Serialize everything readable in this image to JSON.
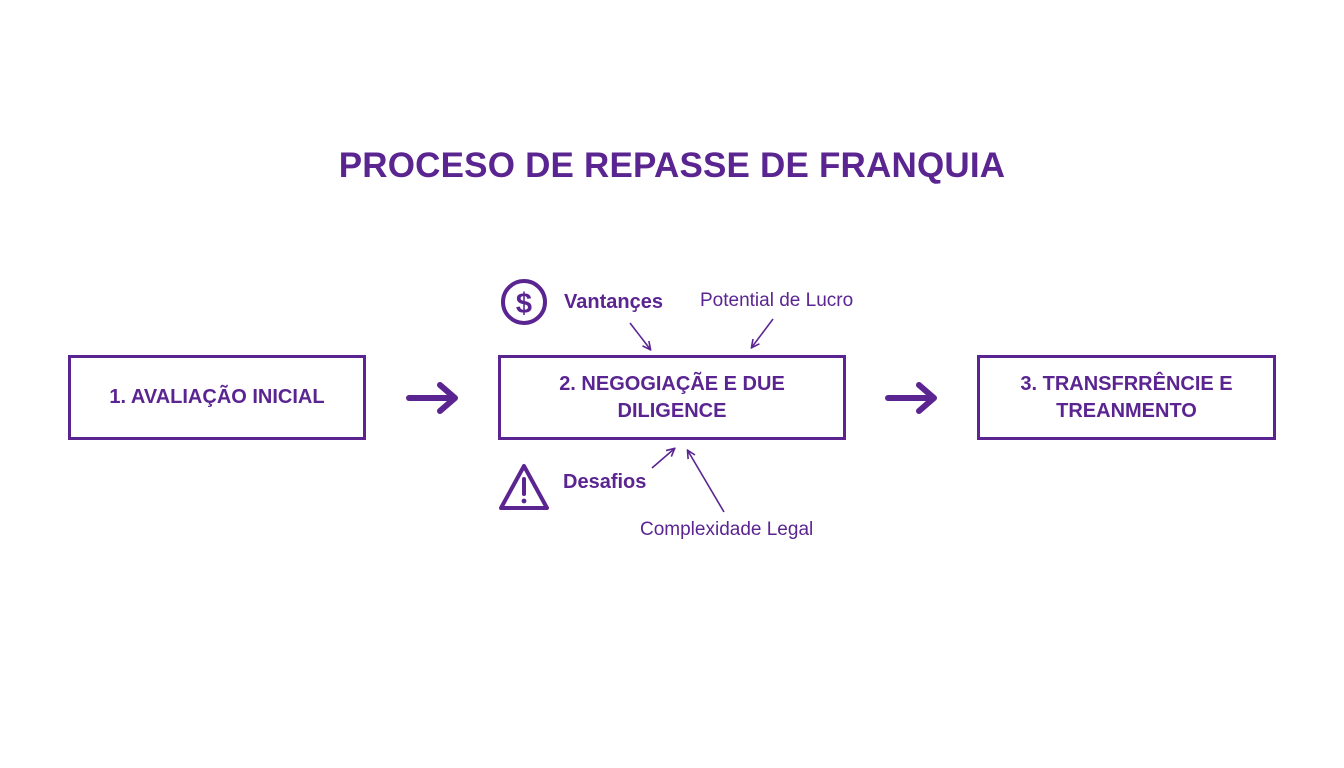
{
  "title": "PROCESO DE REPASSE DE FRANQUIA",
  "steps": [
    {
      "lines": [
        "1. AVALIAÇÃO INICIAL"
      ]
    },
    {
      "lines": [
        "2. NEGOGIAÇÃE E DUE",
        "DILIGENCE"
      ]
    },
    {
      "lines": [
        "3. TRANSFRRÊNCIE E",
        "TREANMENTO"
      ]
    }
  ],
  "annotations": {
    "advantages_label": "Vantanҫes",
    "advantages_icon": "dollar-circle-icon",
    "advantages_note": "Potential de Lucro",
    "challenges_label": "Desafios",
    "challenges_icon": "warning-triangle-icon",
    "challenges_note": "Complexidade Legal"
  },
  "colors": {
    "accent": "#5b2591",
    "background": "#ffffff"
  }
}
